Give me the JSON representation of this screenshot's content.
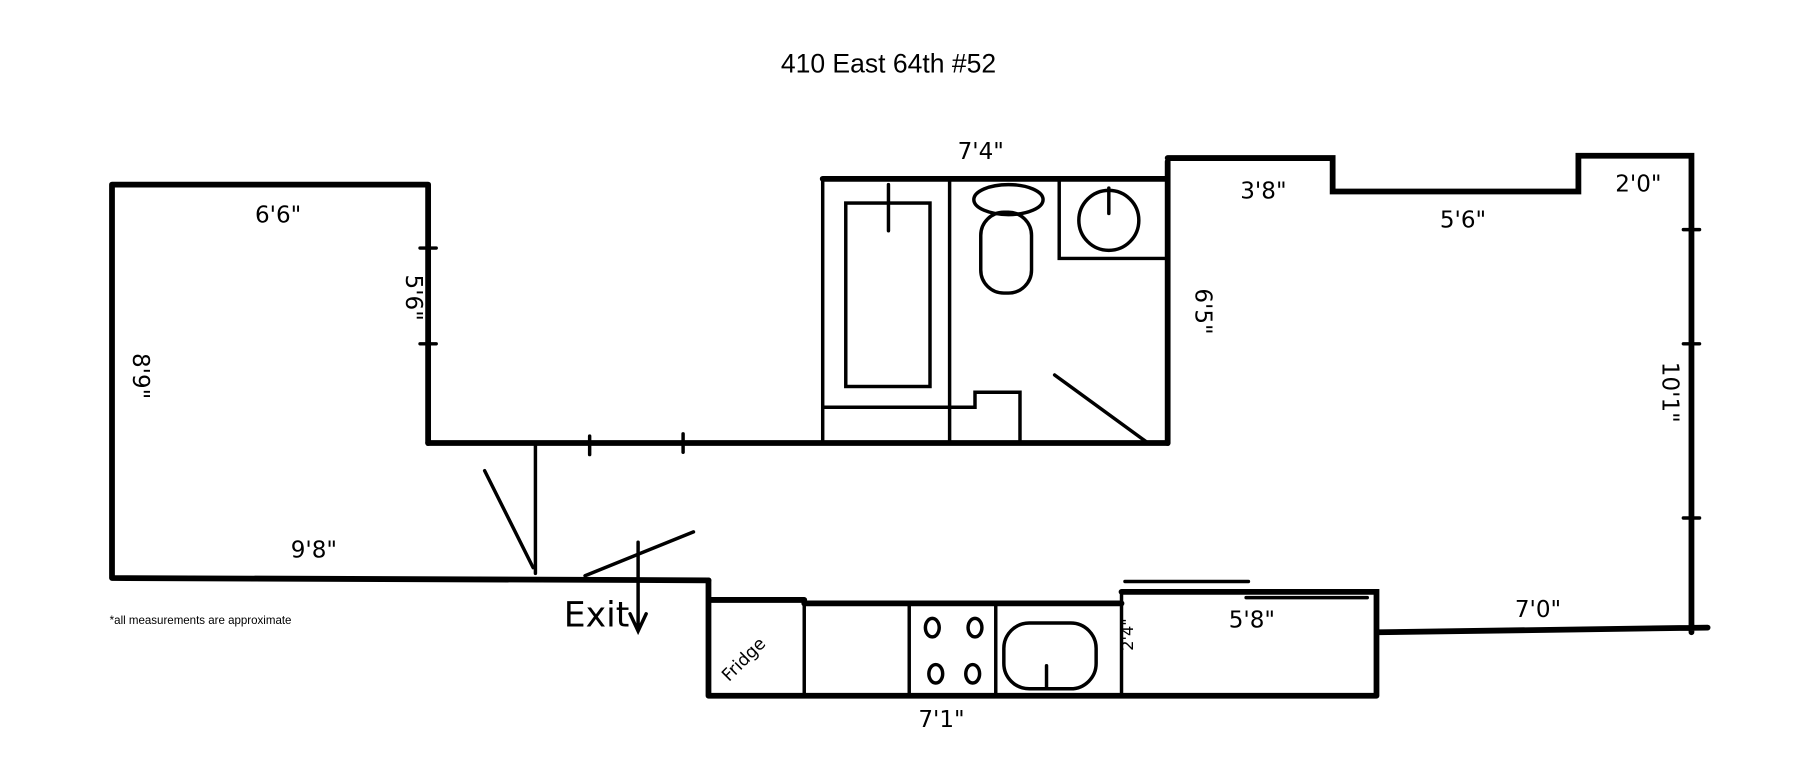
{
  "title": "410 East 64th #52",
  "note": "*all measurements are approximate",
  "labels": {
    "exit": "Exit",
    "fridge": "Fridge"
  },
  "dimensions": {
    "bedroom_top": "6'6\"",
    "bedroom_right": "5'6\"",
    "bedroom_left": "8'9\"",
    "bedroom_bottom": "9'8\"",
    "bath_top": "7'4\"",
    "bath_right": "6'5\"",
    "living_top_left": "3'8\"",
    "living_top_mid": "5'6\"",
    "living_top_right": "2'0\"",
    "living_right": "10'1\"",
    "living_bottom": "7'0\"",
    "counter": "5'8\"",
    "counter_depth": "2'4\"",
    "kitchen": "7'1\""
  }
}
